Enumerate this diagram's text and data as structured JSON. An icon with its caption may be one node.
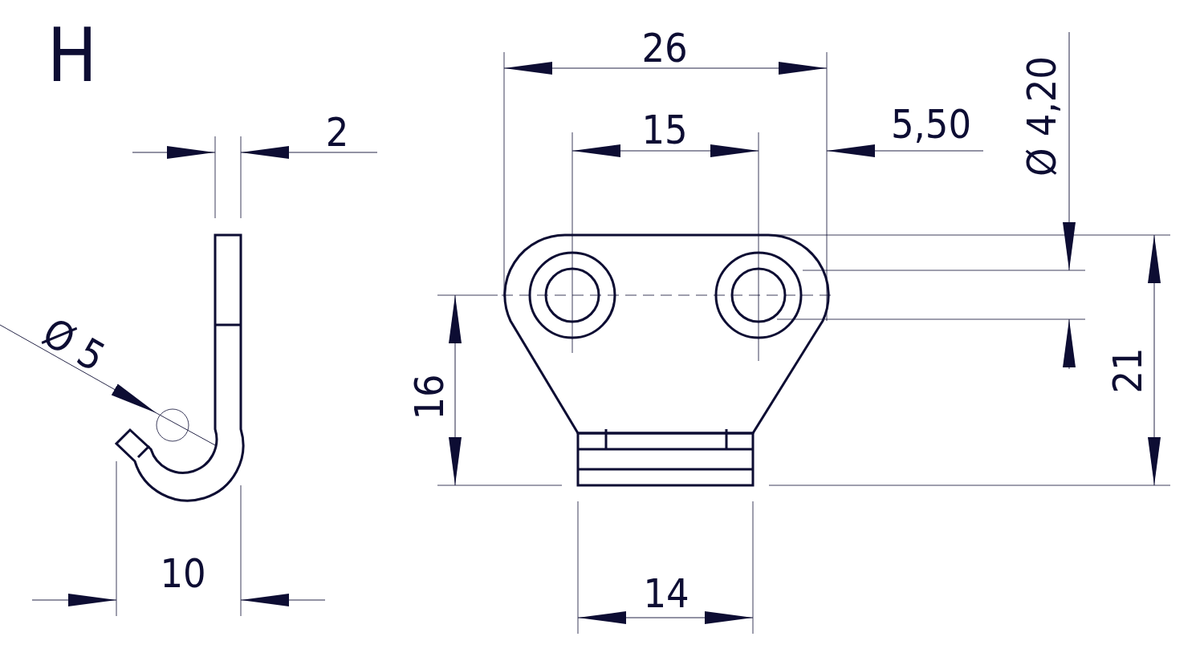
{
  "diagram": {
    "labels": [
      "H",
      "26",
      "15",
      "5,50",
      "Ø 4,20",
      "2",
      "Ø 5",
      "16",
      "21",
      "10",
      "14"
    ]
  }
}
